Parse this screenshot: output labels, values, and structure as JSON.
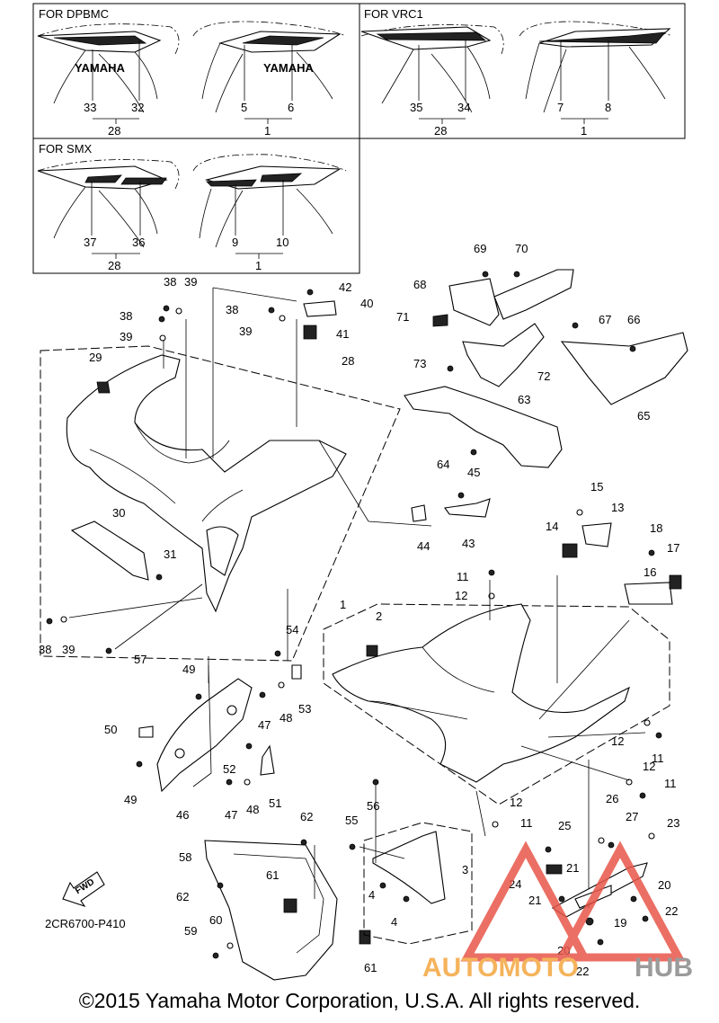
{
  "variants": {
    "dpbmc": {
      "label": "FOR DPBMC",
      "left_logo": "YAMAHA",
      "right_logo": "YAMAHA",
      "left_parts": [
        "33",
        "32"
      ],
      "left_assembly": "28",
      "right_parts": [
        "5",
        "6"
      ],
      "right_assembly": "1"
    },
    "vrc1": {
      "label": "FOR VRC1",
      "left_parts": [
        "35",
        "34"
      ],
      "left_assembly": "28",
      "right_parts": [
        "7",
        "8"
      ],
      "right_assembly": "1"
    },
    "smx": {
      "label": "FOR SMX",
      "left_parts": [
        "37",
        "36"
      ],
      "left_assembly": "28",
      "right_parts": [
        "9",
        "10"
      ],
      "right_assembly": "1"
    }
  },
  "callouts": [
    "1",
    "2",
    "3",
    "4",
    "4",
    "11",
    "11",
    "11",
    "11",
    "12",
    "12",
    "12",
    "12",
    "13",
    "14",
    "15",
    "16",
    "17",
    "18",
    "19",
    "20",
    "20",
    "21",
    "21",
    "22",
    "22",
    "23",
    "24",
    "25",
    "26",
    "27",
    "28",
    "29",
    "30",
    "31",
    "38",
    "38",
    "38",
    "38",
    "39",
    "39",
    "39",
    "39",
    "40",
    "41",
    "42",
    "43",
    "44",
    "45",
    "46",
    "47",
    "47",
    "48",
    "48",
    "49",
    "49",
    "50",
    "51",
    "52",
    "53",
    "54",
    "55",
    "56",
    "57",
    "58",
    "59",
    "60",
    "61",
    "61",
    "62",
    "62",
    "63",
    "64",
    "65",
    "66",
    "67",
    "68",
    "69",
    "70",
    "71",
    "72",
    "73"
  ],
  "fwd_label": "FWD",
  "diagram_code": "2CR6700-P410",
  "watermark": {
    "part1": "AUTOMOTO",
    "part2": "HUB"
  },
  "copyright": "©2015 Yamaha Motor Corporation, U.S.A. All rights reserved.",
  "colors": {
    "watermark_red": "#e8574a",
    "watermark_orange": "#f4a640",
    "watermark_grey": "#8a8a8a"
  }
}
